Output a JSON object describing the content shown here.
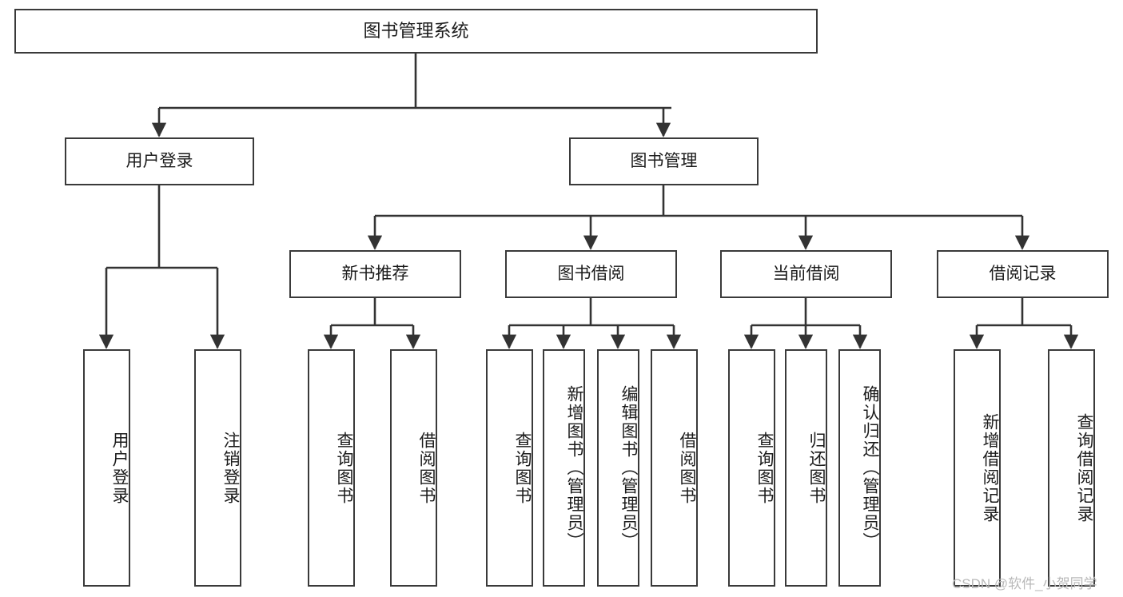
{
  "diagram": {
    "title": "图书管理系统",
    "type": "hierarchy-tree",
    "watermark": "CSDN @软件_小贺同学",
    "colors": {
      "box_border": "#3a3a3a",
      "box_fill": "#ffffff",
      "connector": "#333333",
      "text": "#1b1b1b",
      "watermark": "#b9b9b9"
    },
    "levels": {
      "level1": [
        "图书管理系统"
      ],
      "level2": [
        "用户登录",
        "图书管理"
      ],
      "level3": [
        "新书推荐",
        "图书借阅",
        "当前借阅",
        "借阅记录"
      ],
      "level4": [
        "用户登录",
        "注销登录",
        "查询图书",
        "借阅图书",
        "查询图书",
        "新增图书（管理员）",
        "编辑图书（管理员）",
        "借阅图书",
        "查询图书",
        "归还图书",
        "确认归还（管理员）",
        "新增借阅记录",
        "查询借阅记录"
      ]
    },
    "nodes": {
      "root": {
        "label": "图书管理系统"
      },
      "user_login": {
        "label": "用户登录"
      },
      "book_manage": {
        "label": "图书管理"
      },
      "new_book_rec": {
        "label": "新书推荐"
      },
      "book_borrow": {
        "label": "图书借阅"
      },
      "current_borrow": {
        "label": "当前借阅"
      },
      "borrow_record": {
        "label": "借阅记录"
      },
      "leaf_user_login": {
        "label": "用户登录"
      },
      "leaf_logout": {
        "label": "注销登录"
      },
      "leaf_query_book_1": {
        "label": "查询图书"
      },
      "leaf_borrow_book_1": {
        "label": "借阅图书"
      },
      "leaf_query_book_2": {
        "label": "查询图书"
      },
      "leaf_add_book": {
        "label": "新增图书（管理员）"
      },
      "leaf_edit_book": {
        "label": "编辑图书（管理员）"
      },
      "leaf_borrow_book_2": {
        "label": "借阅图书"
      },
      "leaf_query_book_3": {
        "label": "查询图书"
      },
      "leaf_return_book": {
        "label": "归还图书"
      },
      "leaf_confirm_return": {
        "label": "确认归还（管理员）"
      },
      "leaf_add_record": {
        "label": "新增借阅记录"
      },
      "leaf_query_record": {
        "label": "查询借阅记录"
      }
    },
    "edges": [
      {
        "from": "root",
        "to": "user_login"
      },
      {
        "from": "root",
        "to": "book_manage"
      },
      {
        "from": "user_login",
        "to": "leaf_user_login"
      },
      {
        "from": "user_login",
        "to": "leaf_logout"
      },
      {
        "from": "book_manage",
        "to": "new_book_rec"
      },
      {
        "from": "book_manage",
        "to": "book_borrow"
      },
      {
        "from": "book_manage",
        "to": "current_borrow"
      },
      {
        "from": "book_manage",
        "to": "borrow_record"
      },
      {
        "from": "new_book_rec",
        "to": "leaf_query_book_1"
      },
      {
        "from": "new_book_rec",
        "to": "leaf_borrow_book_1"
      },
      {
        "from": "book_borrow",
        "to": "leaf_query_book_2"
      },
      {
        "from": "book_borrow",
        "to": "leaf_add_book"
      },
      {
        "from": "book_borrow",
        "to": "leaf_edit_book"
      },
      {
        "from": "book_borrow",
        "to": "leaf_borrow_book_2"
      },
      {
        "from": "current_borrow",
        "to": "leaf_query_book_3"
      },
      {
        "from": "current_borrow",
        "to": "leaf_return_book"
      },
      {
        "from": "current_borrow",
        "to": "leaf_confirm_return"
      },
      {
        "from": "borrow_record",
        "to": "leaf_add_record"
      },
      {
        "from": "borrow_record",
        "to": "leaf_query_record"
      }
    ]
  }
}
